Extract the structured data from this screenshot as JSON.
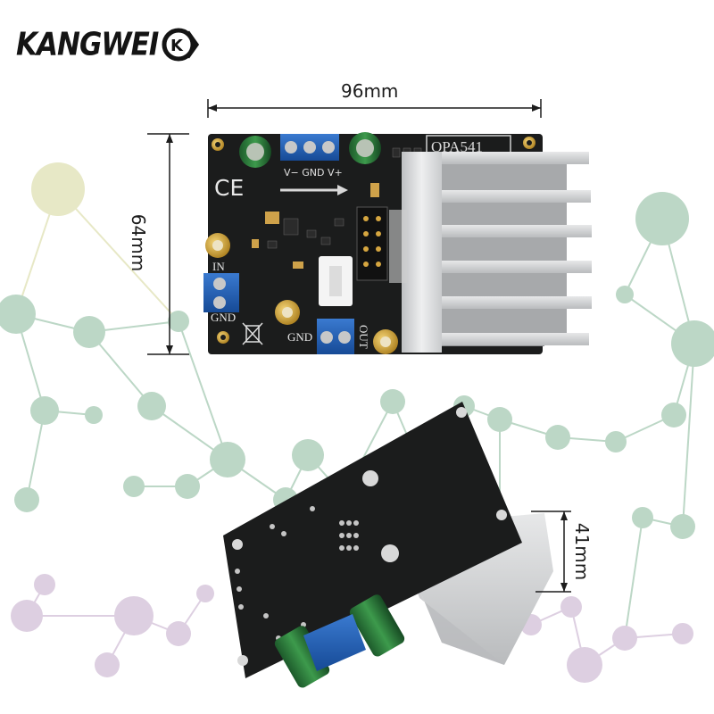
{
  "brand": {
    "name": "KANGWEI",
    "mark": "K",
    "color": "#141414"
  },
  "product": {
    "chip_label": "OPA541",
    "ce_mark": "CE",
    "terminal_labels": {
      "power": "V− GND V+",
      "input_sma": "IN",
      "input_gnd": "GND",
      "output_gnd": "GND",
      "output": "OUT"
    }
  },
  "dimensions": {
    "width": "96mm",
    "height": "64mm",
    "depth": "41mm"
  },
  "colors": {
    "pcb": "#1b1c1c",
    "heatsink": "#d9dadb",
    "terminal_blue": "#1f5fb8",
    "sma_gold": "#c99a2e",
    "network_green": "#bcd7c6",
    "network_purple": "#ddcfe1",
    "network_yellow": "#e7e8c6"
  }
}
